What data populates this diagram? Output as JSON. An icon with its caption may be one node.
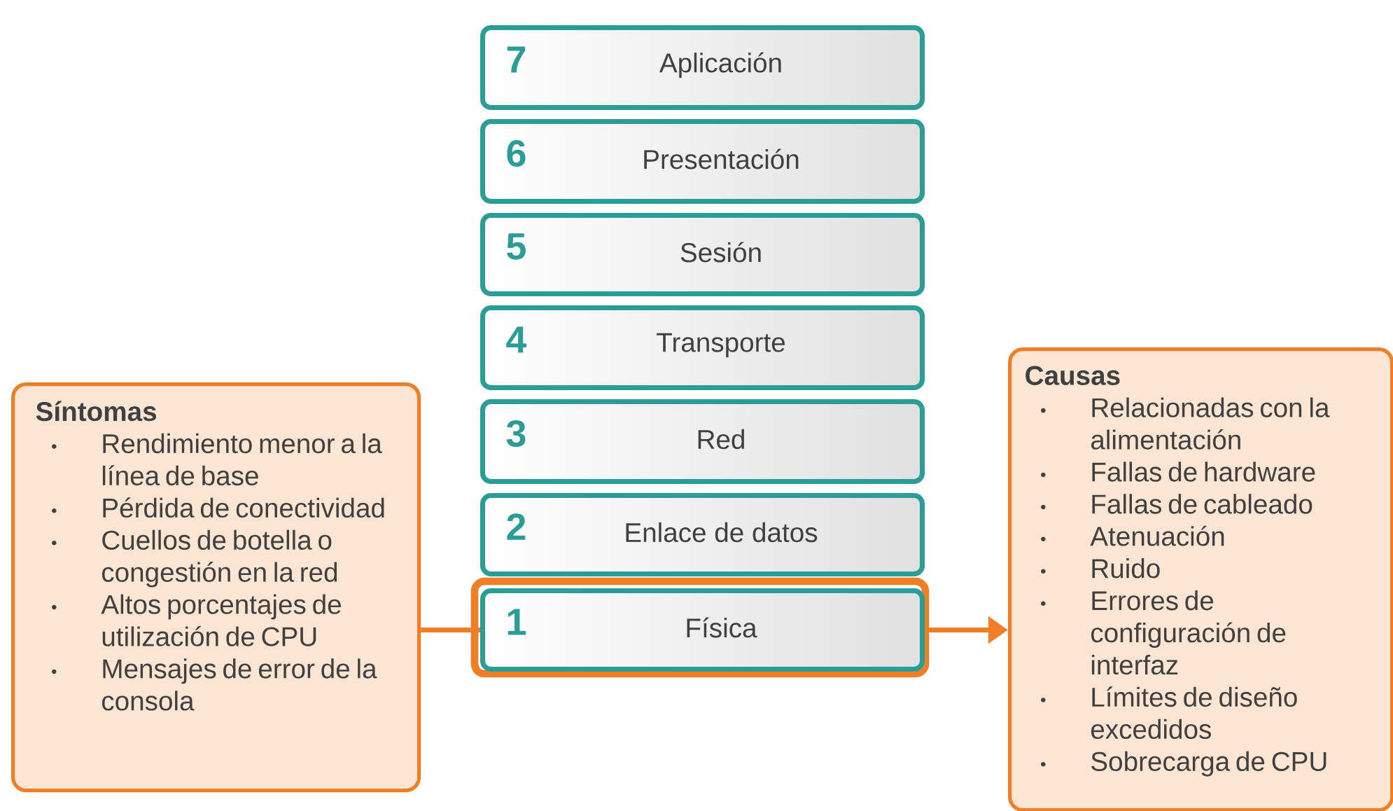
{
  "diagram": {
    "nodes": [
      {
        "text": [
          "7",
          "Aplicación"
        ]
      },
      {
        "text": [
          "6",
          "Presentación"
        ]
      },
      {
        "text": [
          "5",
          "Sesión"
        ]
      },
      {
        "text": [
          "4",
          "Transporte"
        ]
      },
      {
        "text": [
          "3",
          "Red"
        ]
      },
      {
        "text": [
          "2",
          "Enlace de datos"
        ]
      },
      {
        "text": [
          "1",
          "Física"
        ]
      },
      {
        "text": [
          "Síntomas",
          "Rendimiento menor a la línea de base",
          "Pérdida de conectividad",
          "Cuellos de botella o congestión en la red",
          "Altos porcentajes de utilización de CPU",
          "Mensajes de error de la consola"
        ]
      },
      {
        "text": [
          "Causas",
          "Relacionadas con la alimentación",
          "Fallas de hardware",
          "Fallas de cableado",
          "Atenuación",
          "Ruido",
          "Errores de configuración de interfaz",
          "Límites de diseño excedidos",
          "Sobrecarga de CPU"
        ]
      }
    ],
    "edges": [
      {
        "from": 7,
        "to": 6,
        "arrow": "none"
      },
      {
        "from": 6,
        "to": 8,
        "arrow": "to"
      }
    ]
  }
}
